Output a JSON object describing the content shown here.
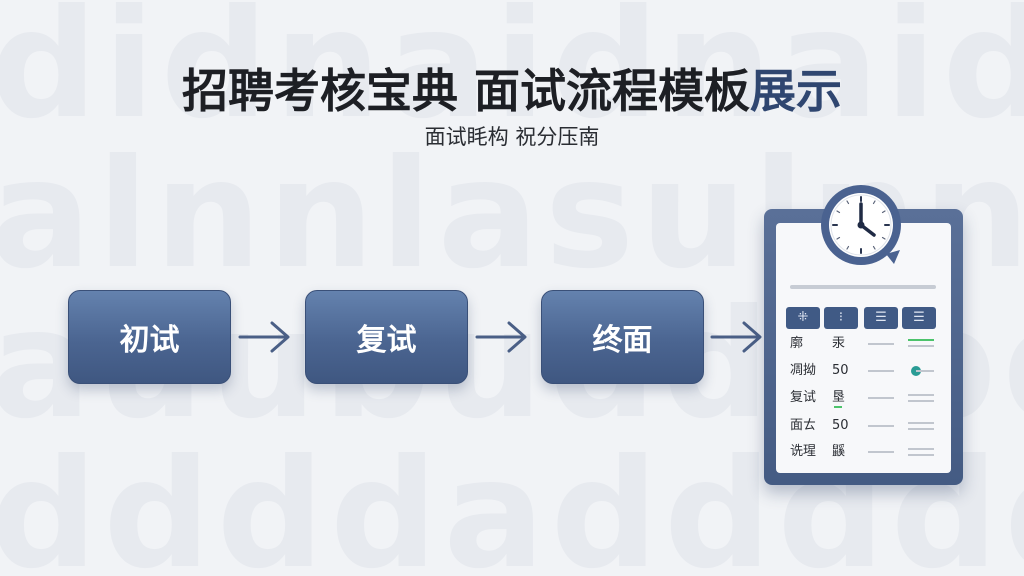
{
  "title_main": "招聘考核宝典 面试流程模板",
  "title_accent": "展示",
  "subtitle": "面试眊构 祝分压南",
  "steps": [
    {
      "label": "初试"
    },
    {
      "label": "复试"
    },
    {
      "label": "终面"
    }
  ],
  "scorecard": {
    "headers": [
      "⁜",
      "⁝",
      "☰",
      "☰"
    ],
    "rows": [
      {
        "label": "廓",
        "value": "汞"
      },
      {
        "label": "凋拗",
        "value": "50"
      },
      {
        "label": "复试",
        "value": "垦"
      },
      {
        "label": "面ㄊ",
        "value": "50"
      },
      {
        "label": "诜瑆",
        "value": "鼷"
      }
    ]
  },
  "colors": {
    "accent": "#2f4670",
    "step_fill": "#4b6591",
    "status_green": "#4cc36b",
    "status_teal": "#2a9c95"
  },
  "icons": [
    "arrow-right-icon",
    "clock-icon"
  ]
}
